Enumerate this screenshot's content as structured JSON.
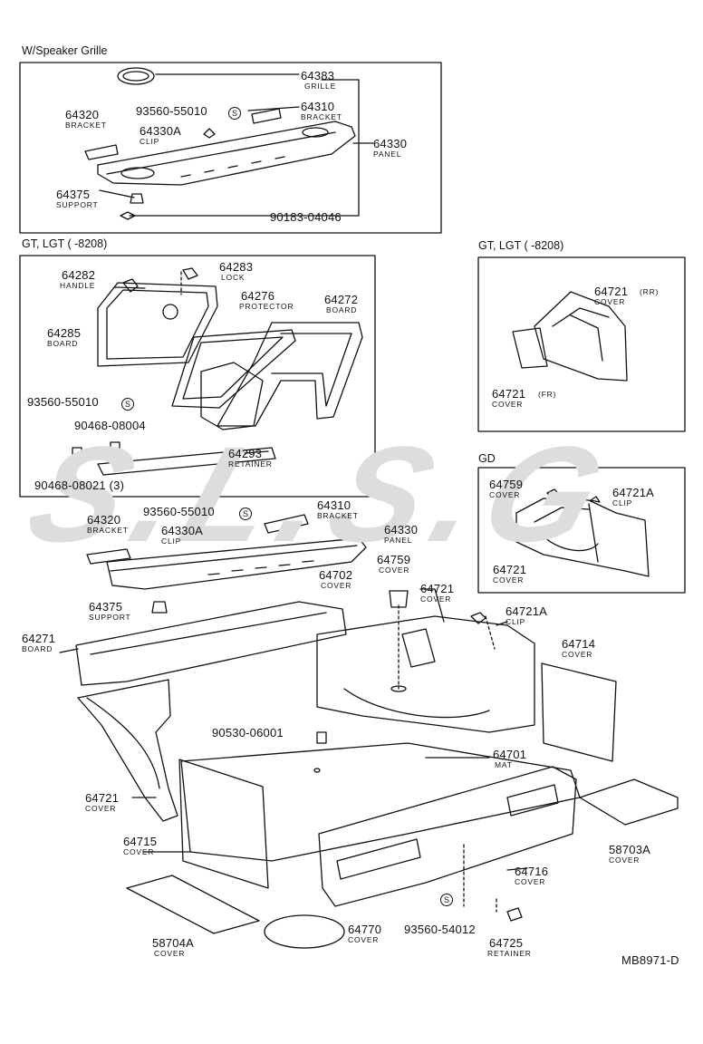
{
  "figure_code": "MB8971-D",
  "watermark": "S.L.S.G",
  "s_symbol": "S",
  "sections": {
    "speaker": {
      "title": "W/Speaker Grille",
      "p64383": "64383",
      "p64383_name": "GRILLE",
      "p64320": "64320",
      "p64320_name": "BRACKET",
      "p93560": "93560-55010",
      "p64310": "64310",
      "p64310_name": "BRACKET",
      "p64330A": "64330A",
      "p64330A_name": "CLIP",
      "p64330": "64330",
      "p64330_name": "PANEL",
      "p64375": "64375",
      "p64375_name": "SUPPORT",
      "p90183": "90183-04046"
    },
    "gt_left": {
      "title": "GT, LGT (        -8208)",
      "p64282": "64282",
      "p64282_name": "HANDLE",
      "p64283": "64283",
      "p64283_name": "LOCK",
      "p64276": "64276",
      "p64276_name": "PROTECTOR",
      "p64272": "64272",
      "p64272_name": "BOARD",
      "p64285": "64285",
      "p64285_name": "BOARD",
      "p93560": "93560-55010",
      "p90468a": "90468-08004",
      "p64293": "64293",
      "p64293_name": "RETAINER",
      "p90468b": "90468-08021 (3)"
    },
    "gt_right": {
      "title": "GT, LGT (        -8208)",
      "p64721rr": "64721",
      "p64721rr_suffix": "(RR)",
      "p64721rr_name": "COVER",
      "p64721fr": "64721",
      "p64721fr_suffix": "(FR)",
      "p64721fr_name": "COVER"
    },
    "gd": {
      "title": "GD",
      "p64759": "64759",
      "p64759_name": "COVER",
      "p64721A": "64721A",
      "p64721A_name": "CLIP",
      "p64721": "64721",
      "p64721_name": "COVER"
    },
    "main": {
      "p93560": "93560-55010",
      "p64310": "64310",
      "p64310_name": "BRACKET",
      "p64320": "64320",
      "p64320_name": "BRACKET",
      "p64330A": "64330A",
      "p64330A_name": "CLIP",
      "p64330": "64330",
      "p64330_name": "PANEL",
      "p64759": "64759",
      "p64759_name": "COVER",
      "p64702": "64702",
      "p64702_name": "COVER",
      "p64721top": "64721",
      "p64721top_name": "COVER",
      "p64721A": "64721A",
      "p64721A_name": "CLIP",
      "p64375": "64375",
      "p64375_name": "SUPPORT",
      "p64271": "64271",
      "p64271_name": "BOARD",
      "p64714": "64714",
      "p64714_name": "COVER",
      "p90530": "90530-06001",
      "p64701": "64701",
      "p64701_name": "MAT",
      "p64721left": "64721",
      "p64721left_name": "COVER",
      "p58703A": "58703A",
      "p58703A_name": "COVER",
      "p64715": "64715",
      "p64715_name": "COVER",
      "p64716": "64716",
      "p64716_name": "COVER",
      "p93560b": "93560-54012",
      "p64770": "64770",
      "p64770_name": "COVER",
      "p58704A": "58704A",
      "p58704A_name": "COVER",
      "p64725": "64725",
      "p64725_name": "RETAINER"
    }
  }
}
